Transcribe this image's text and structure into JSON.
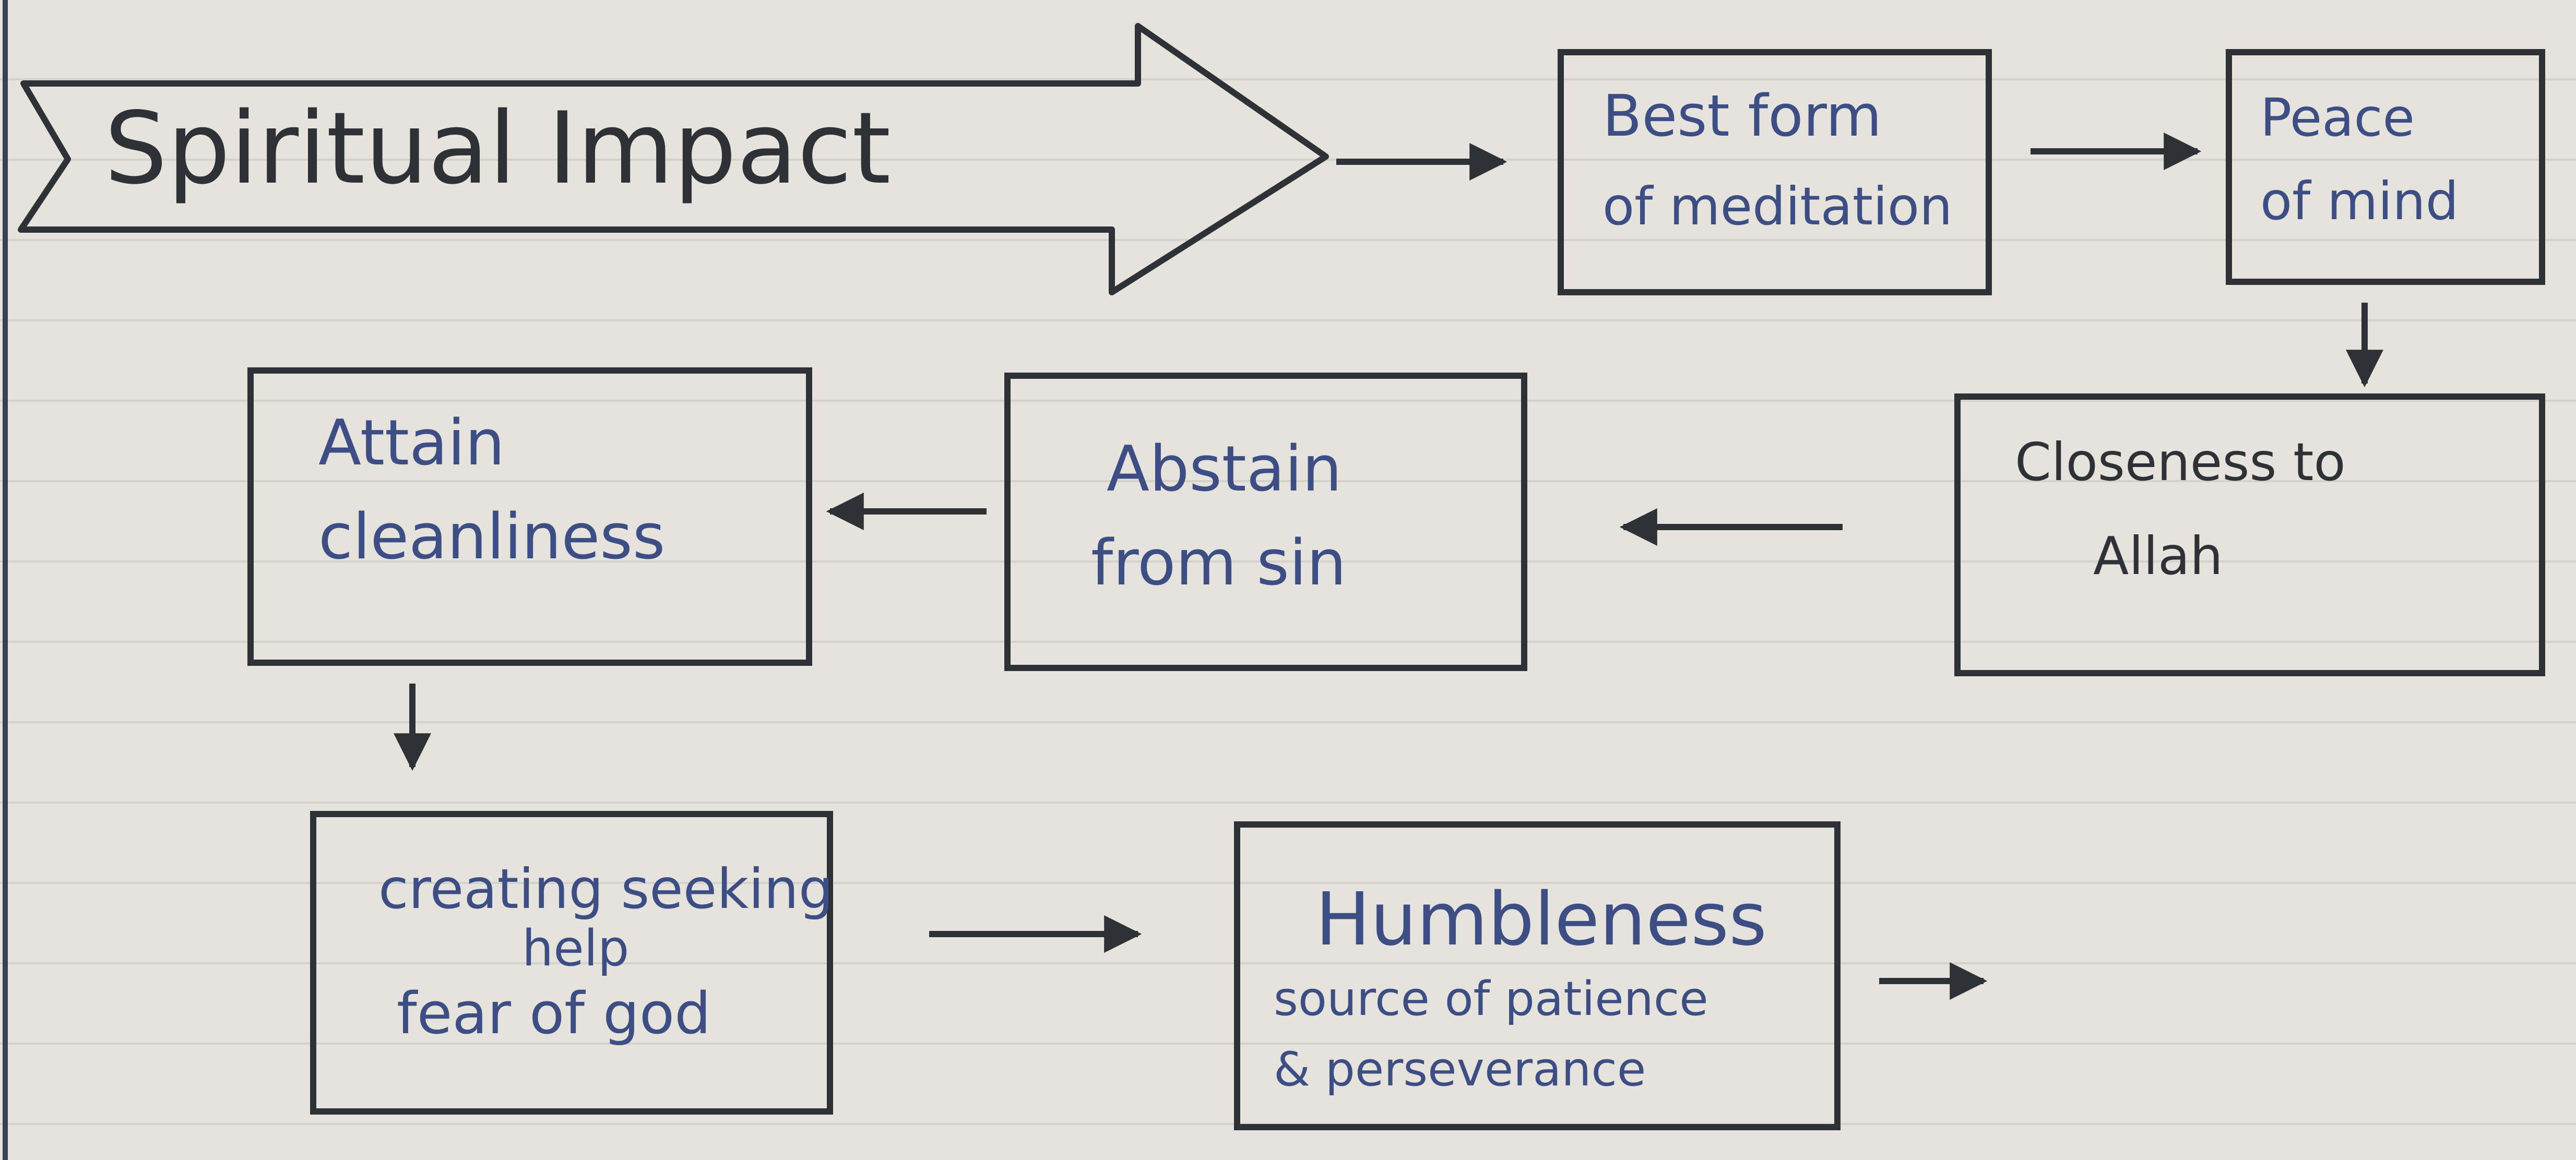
{
  "title": {
    "line1": "Spiritual Impact"
  },
  "nodes": {
    "best_form": {
      "line1": "Best form",
      "line2": "of meditation"
    },
    "peace": {
      "line1": "Peace",
      "line2": "of mind"
    },
    "closeness": {
      "line1": "Closeness to",
      "line2": "Allah"
    },
    "abstain": {
      "line1": "Abstain",
      "line2": "from sin"
    },
    "attain": {
      "line1": "Attain",
      "line2": "cleanliness"
    },
    "creating": {
      "line1": "creating seeking",
      "line2": "help",
      "line3": "fear of god"
    },
    "humbleness": {
      "line1": "Humbleness",
      "line2": "source of patience",
      "line3": "& perseverance"
    }
  },
  "colors": {
    "paper": "#e6e3dc",
    "ink": "#2e3135",
    "pen_blue": "#3d4e85",
    "rule_line": "#d3d2cd"
  }
}
